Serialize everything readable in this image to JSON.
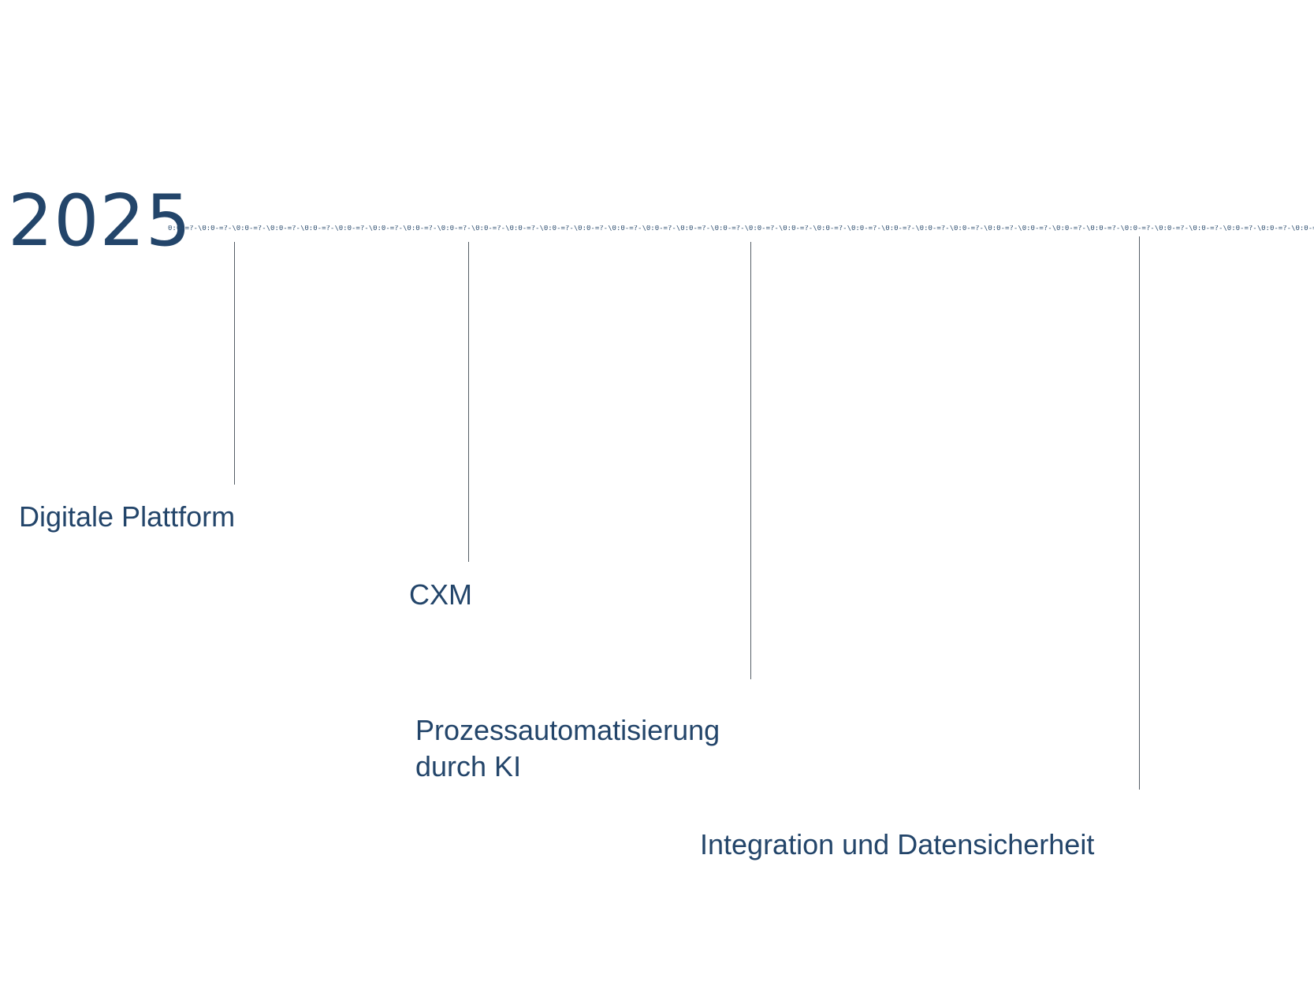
{
  "timeline": {
    "year": "2025",
    "ticker_text": "0:0-=?-\\0:0-=?-\\0:0-=?-\\0:0-=?-\\0:0-=?-\\0:0-=?-\\0:0-=?-\\0:0-=?-\\0:0-=?-\\0:0-=?-\\0:0-=?-\\0:0-=?-\\0:0-=?-\\0:0-=?-\\0:0-=?-\\0:0-=?-\\0:0-=?-\\0:0-=?-\\0:0-=?-\\0:0-=?-\\0:0-=?-\\0:0-=?-\\0:0-=?-\\0:0-=?-\\0:0-=?-\\0:0-=?-\\0:0-=?-\\0:0-=?-\\0:0-=?-\\0:0-=?-\\0:0-=?-\\0:0-=?-\\0:0-=?-\\0:0-=?-\\0:0-=?-\\0:0-=?-\\0:0-=?-\\0:0-=?-\\0:0-=?-\\0:0-=?-\\0:0-=?-\\0:0-=?-\\0:0-=?-\\0:0",
    "milestones": [
      {
        "label": "Digitale Plattform"
      },
      {
        "label": "CXM"
      },
      {
        "label_line1": "Prozessautomatisierung",
        "label_line2": "durch KI"
      },
      {
        "label": "Integration und Datensicherheit"
      }
    ]
  },
  "colors": {
    "text": "#23456a",
    "line": "#555e66"
  }
}
